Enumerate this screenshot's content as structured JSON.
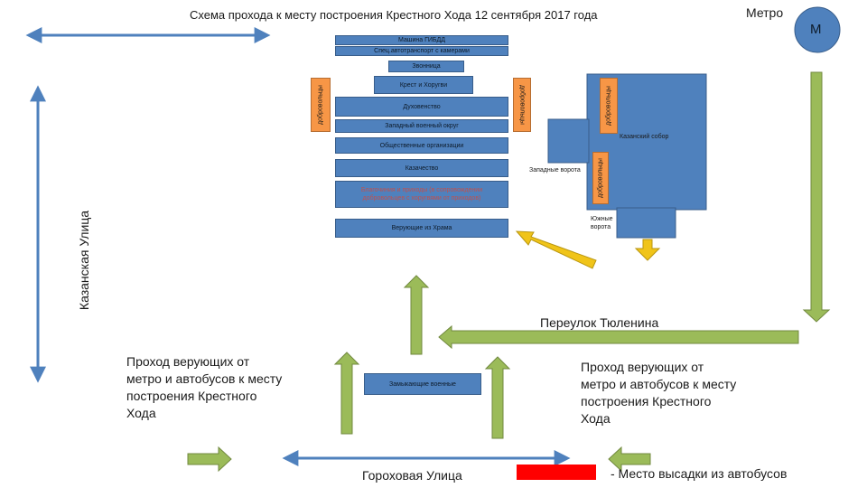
{
  "title": "Схема прохода к месту построения Крестного Хода 12 сентября 2017 года",
  "metro": {
    "label": "Метро",
    "symbol": "М"
  },
  "streets": {
    "kazanskaya": "Казанская Улица",
    "tyulenina": "Переулок Тюленина",
    "gorokhovaya": "Гороховая Улица"
  },
  "column": [
    "Машина ГИБДД",
    "Спец.автотранспорт с камерами",
    "Звонница",
    "Крест и Хоругви",
    "Духовенство",
    "Западный военный округ",
    "Общественные организации",
    "Казачество",
    "Благочиния и приходы (в сопровождении добровольцев с хоругвями от приходов)",
    "Верующие из Храма"
  ],
  "volunteers": [
    "добровольцы",
    "добровольцы",
    "добровольцы",
    "добровольцы"
  ],
  "cathedral": {
    "name": "Казанский собор",
    "west_gate": "Западные ворота",
    "south_gate": "Южные ворота"
  },
  "closing_military": "Замыкающие военные",
  "passage_left": "Проход верующих от метро и автобусов к месту построения Крестного Хода",
  "passage_right": "Проход верующих от метро и автобусов к месту построения Крестного Хода",
  "bus_legend": "- Место высадки из автобусов",
  "colors": {
    "box_blue": "#4f81bd",
    "volunteer_orange": "#f79646",
    "arrow_green": "#9bbb59",
    "arrow_gold": "#f0c419",
    "street_arrow": "#4f81bd",
    "bus_red": "#ff0000",
    "metro_circle": "#4f81bd"
  }
}
